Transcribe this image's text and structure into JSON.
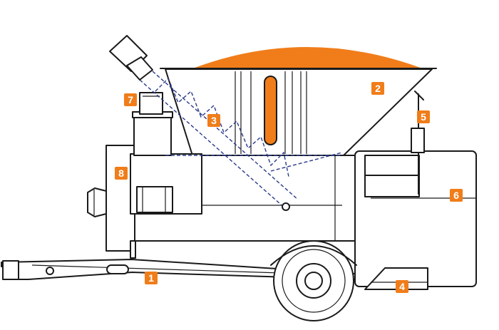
{
  "diagram": {
    "accent_color": "#f07d1a",
    "line_color": "#1a1a1a",
    "hidden_line_color": "#2a3a8a",
    "callouts": [
      {
        "label": "1"
      },
      {
        "label": "2"
      },
      {
        "label": "3"
      },
      {
        "label": "4"
      },
      {
        "label": "5"
      },
      {
        "label": "6"
      },
      {
        "label": "7"
      },
      {
        "label": "8"
      }
    ]
  }
}
